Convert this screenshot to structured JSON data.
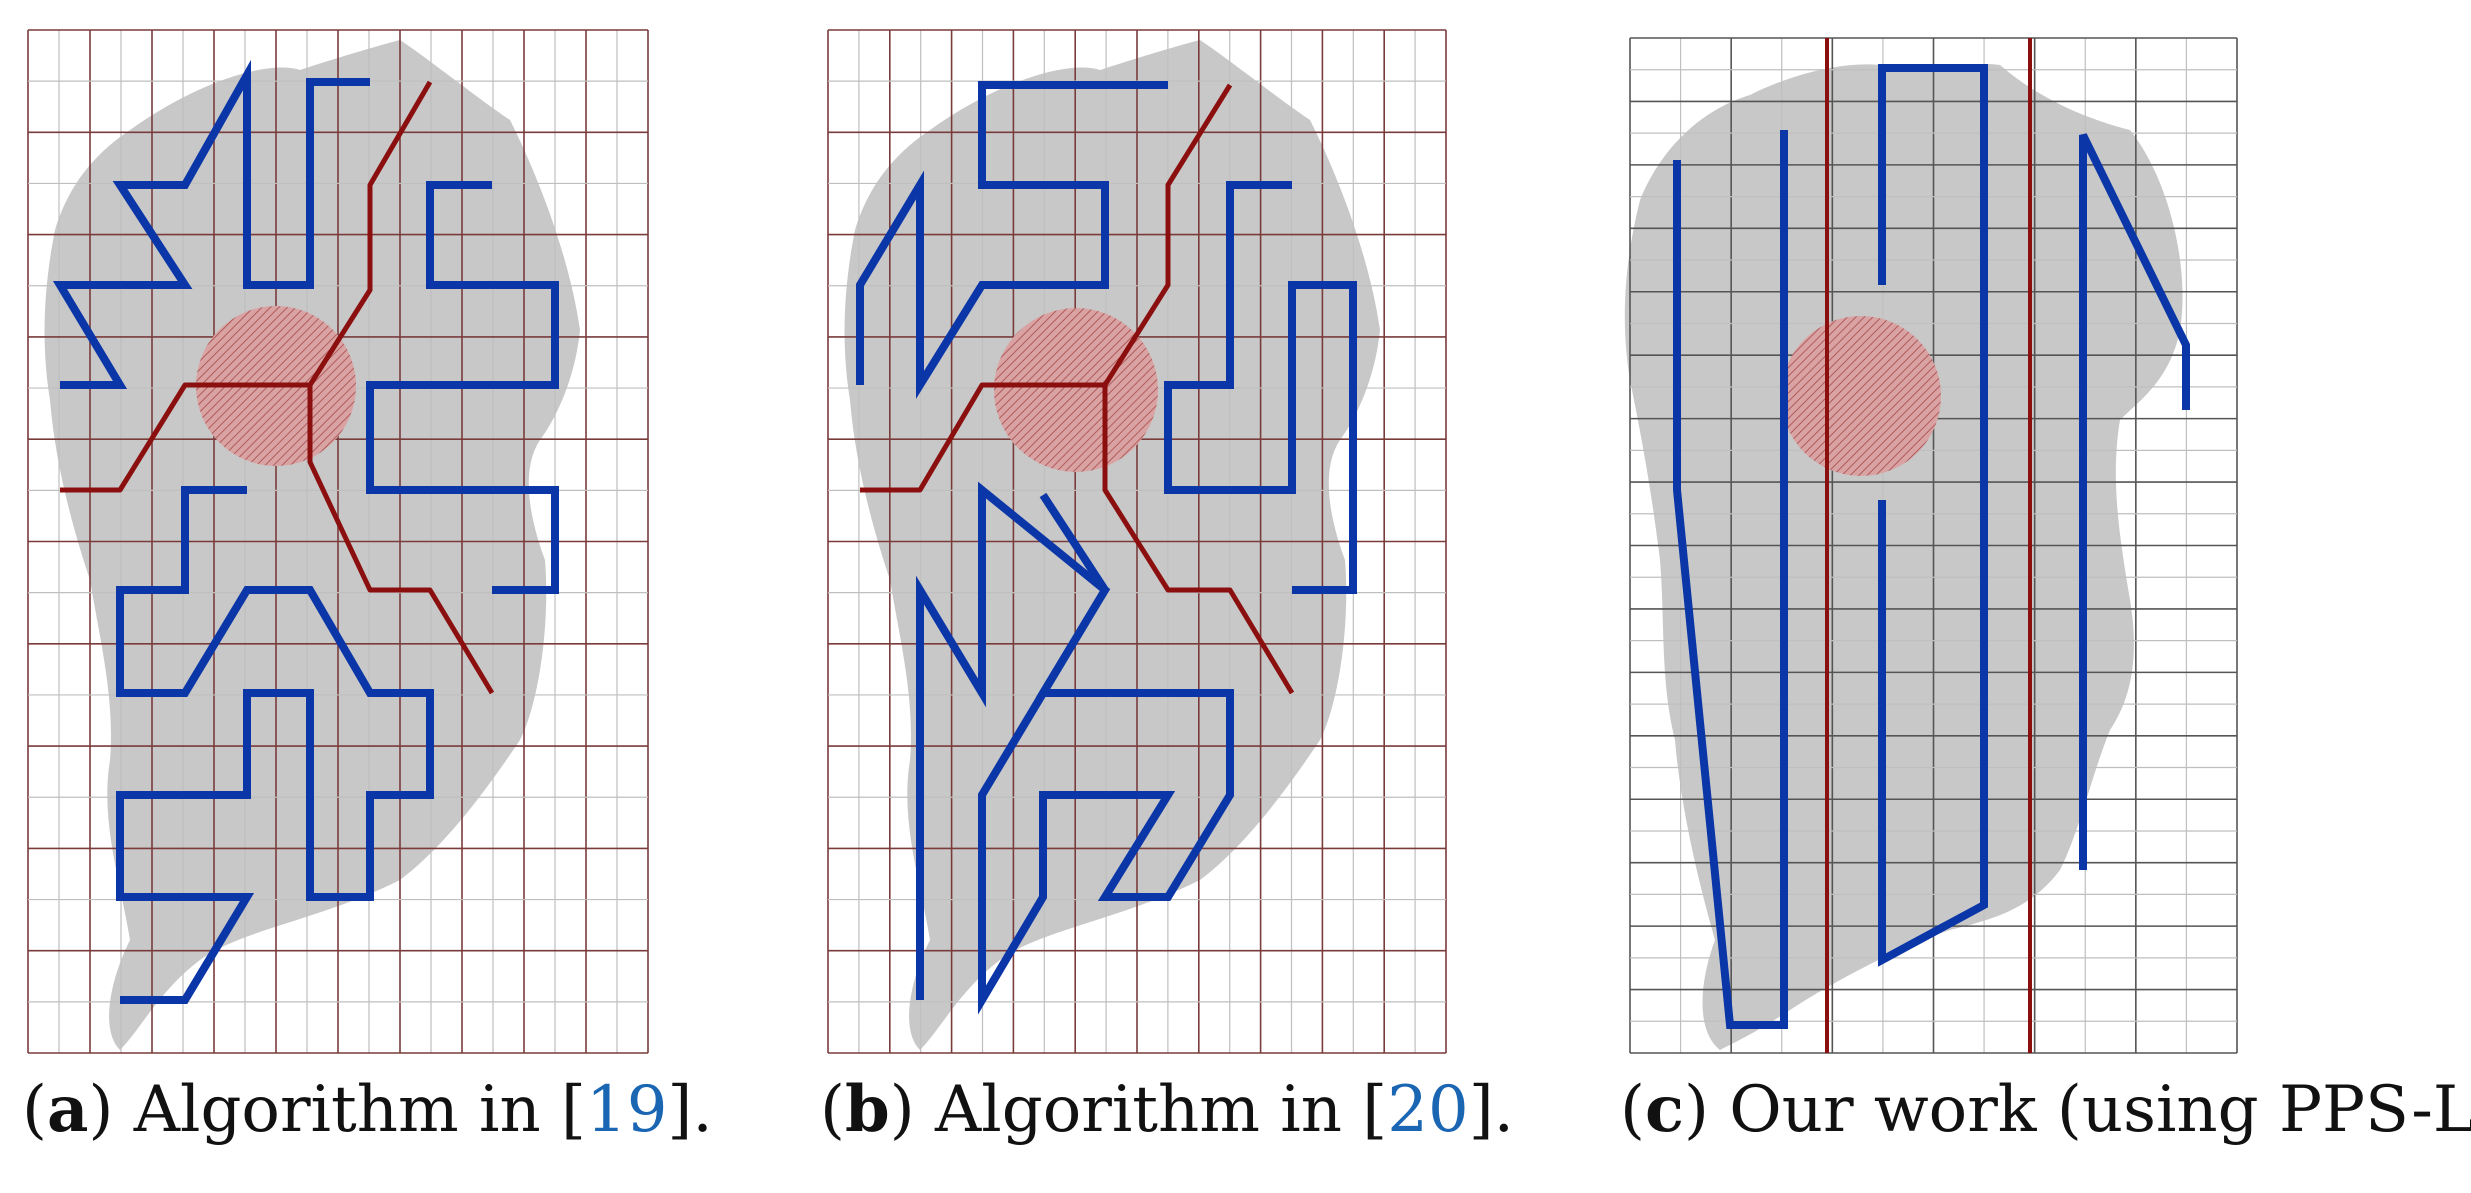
{
  "colors": {
    "region_fill": "#c8c8c8",
    "grid_major": "#7a3b3b",
    "grid_minor": "#bfbfbf",
    "grid_c": "#555555",
    "path": "#0b36a8",
    "boundary": "#8b0f0f",
    "obstacle": "#c88080",
    "ref": "#1a66b3"
  },
  "panels": [
    {
      "id": "a",
      "caption": {
        "label": "a",
        "text_before": "Algorithm in [",
        "ref": "19",
        "text_after": "]."
      }
    },
    {
      "id": "b",
      "caption": {
        "label": "b",
        "text_before": "Algorithm in [",
        "ref": "20",
        "text_after": "]."
      }
    },
    {
      "id": "c",
      "caption": {
        "label": "c",
        "text_before": "Our work (using PPS-L).",
        "ref": "",
        "text_after": ""
      }
    }
  ]
}
